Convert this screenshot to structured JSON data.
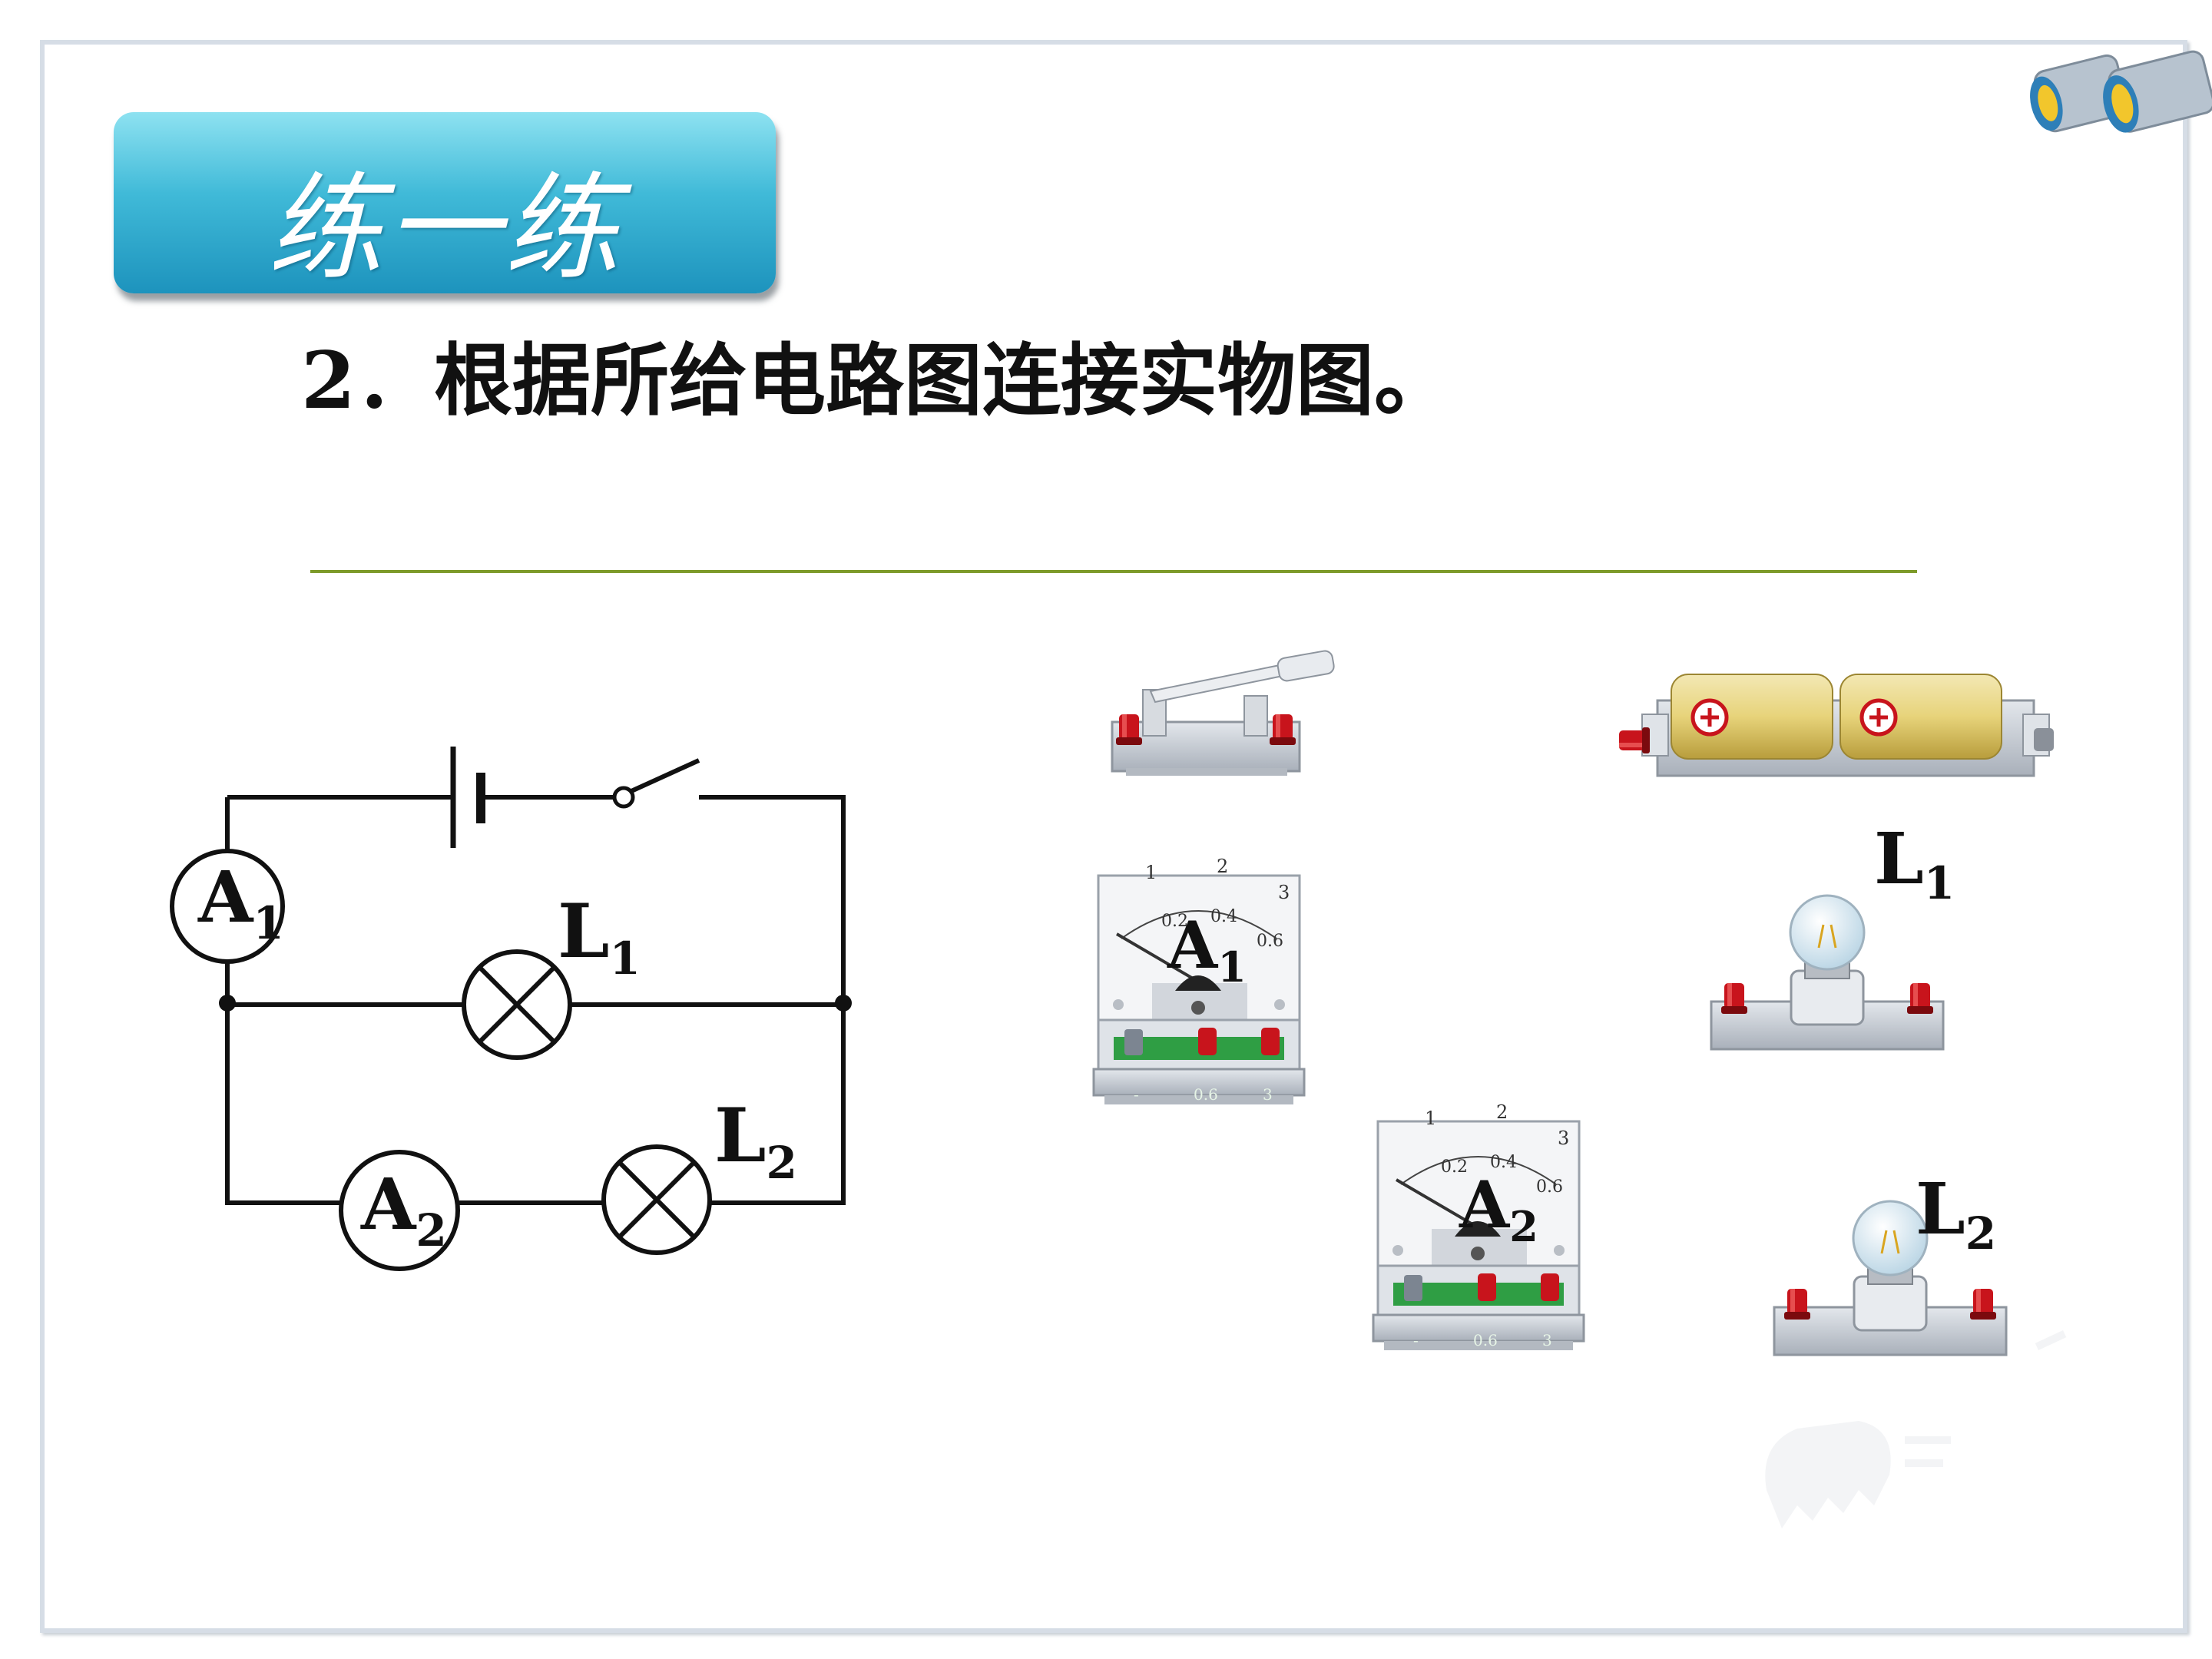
{
  "slide": {
    "badge": "练一练",
    "question": "2．根据所给电路图连接实物图。"
  },
  "circuit_diagram": {
    "ammeter_1": "A",
    "ammeter_1_sub": "1",
    "ammeter_2": "A",
    "ammeter_2_sub": "2",
    "lamp_1": "L",
    "lamp_1_sub": "1",
    "lamp_2": "L",
    "lamp_2_sub": "2"
  },
  "components": {
    "ammeter_1": "A",
    "ammeter_1_sub": "1",
    "ammeter_2": "A",
    "ammeter_2_sub": "2",
    "lamp_1": "L",
    "lamp_1_sub": "1",
    "lamp_2": "L",
    "lamp_2_sub": "2",
    "meter_scale_top": [
      "1",
      "2",
      "3"
    ],
    "meter_scale_bottom": [
      "0.2",
      "0.4",
      "0.6"
    ],
    "meter_terminals": [
      "-",
      "0.6",
      "3"
    ]
  },
  "colors": {
    "badge": "#2aa6cc",
    "rule": "#7d9a2a",
    "terminal": "#c8141c",
    "battery": "#e7d37a",
    "base": "#c7ccd4"
  }
}
